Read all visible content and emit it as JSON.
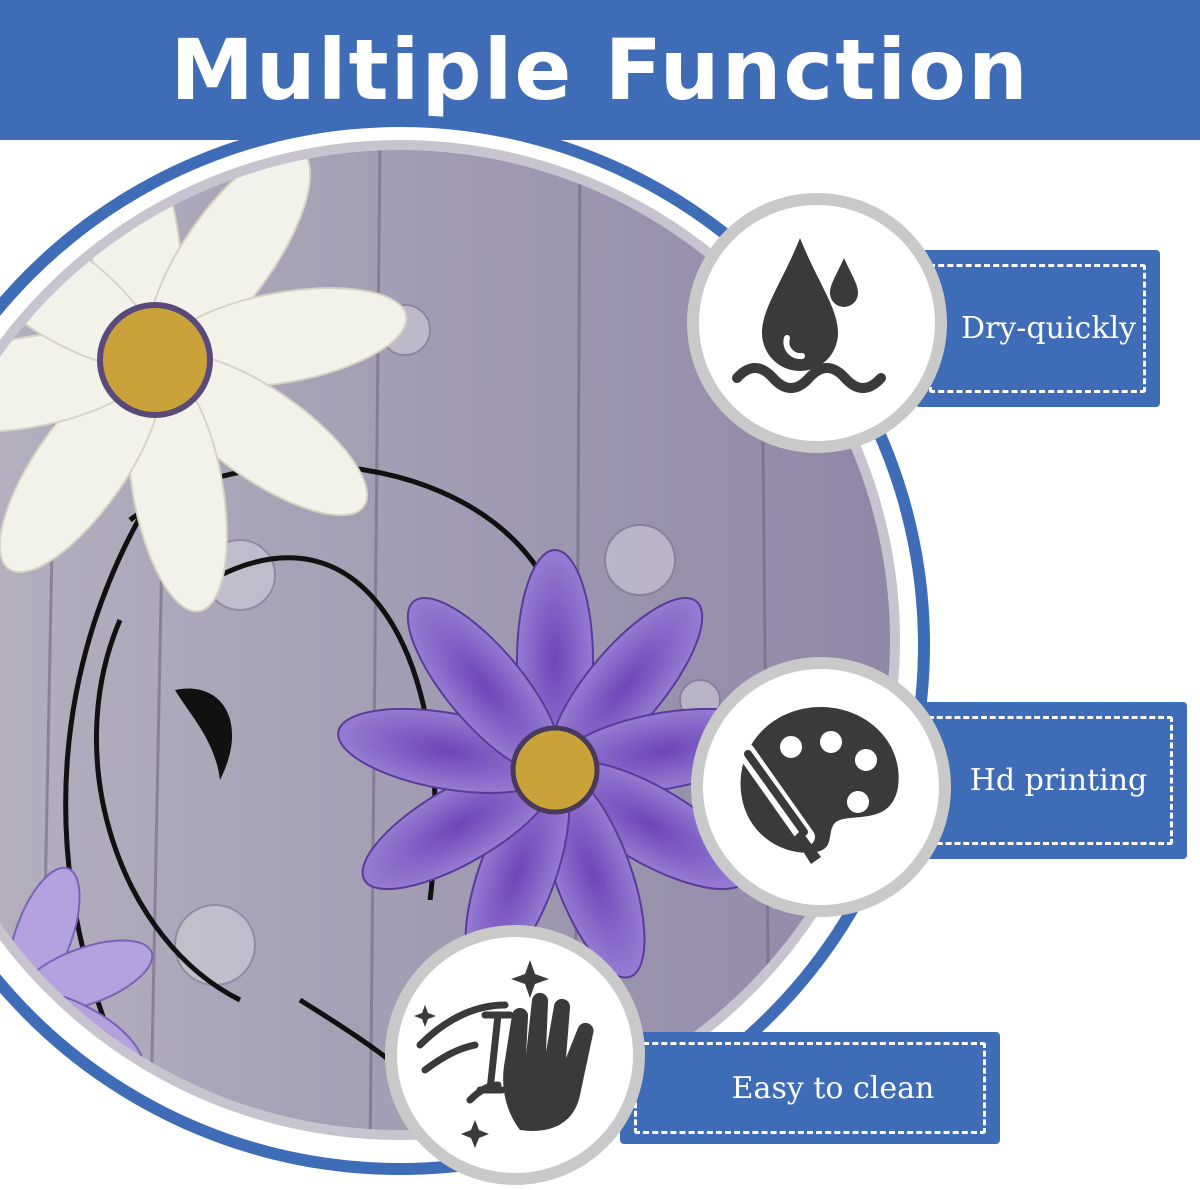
{
  "banner": {
    "title": "Multiple Function"
  },
  "features": [
    {
      "label": "Dry-quickly",
      "icon": "water-drop-icon"
    },
    {
      "label": "Hd printing",
      "icon": "paint-palette-icon"
    },
    {
      "label": "Easy to clean",
      "icon": "hand-wipe-icon"
    }
  ],
  "colors": {
    "brand_blue": "#3e6cb6",
    "icon_dark": "#3a3a3a",
    "wood_purple": "#9a93ac",
    "flower_purple": "#8b6ac9",
    "flower_center": "#c9a33a"
  }
}
